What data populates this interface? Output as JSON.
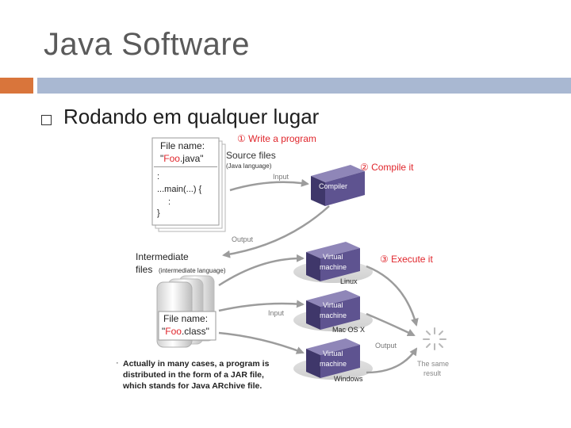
{
  "slide": {
    "title": "Java Software",
    "bullet": "Rodando em qualquer lugar"
  },
  "diagram": {
    "step1": "① Write a program",
    "step2": "② Compile it",
    "step3": "③ Execute it",
    "source_file_label1": "File name:",
    "source_file_quote_open": "\"",
    "source_file_name": "Foo",
    "source_file_ext": ".java\"",
    "code_line1": ":",
    "code_line2": "...main(...) {",
    "code_line3": ":",
    "code_line4": "}",
    "source_files": "Source files",
    "java_language": "(Java language)",
    "input": "Input",
    "compiler": "Compiler",
    "output": "Output",
    "intermediate_line1": "Intermediate",
    "intermediate_line2": "files",
    "intermediate_lang": "(intermediate language)",
    "class_file_label1": "File name:",
    "class_file_quote_open": "\"",
    "class_file_name": "Foo",
    "class_file_ext": ".class\"",
    "input2": "Input",
    "output2": "Output",
    "vm_line1": "Virtual",
    "vm_line2": "machine",
    "os1": "Linux",
    "os2": "Mac OS X",
    "os3": "Windows",
    "same_result_line1": "The same",
    "same_result_line2": "result",
    "note_bullet": "·",
    "note_line1": "Actually in many cases, a program is",
    "note_line2": "distributed in the form of a JAR file,",
    "note_line3": "which stands for Java ARchive file.",
    "colors": {
      "step_red": "#e0262c",
      "box_purple": "#5e5390",
      "arrow_gray": "#9c9c9c",
      "accent_orange": "#d9753b",
      "accent_blue": "#a9b8d2"
    }
  }
}
